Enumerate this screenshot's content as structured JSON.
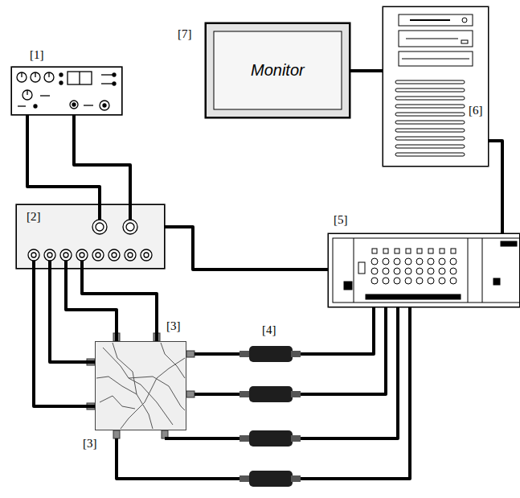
{
  "diagram": {
    "nodes": [
      {
        "text": [
          "[1]"
        ]
      },
      {
        "text": [
          "[2]"
        ]
      },
      {
        "text": [
          "[3]",
          "[3]"
        ]
      },
      {
        "text": [
          "[5]"
        ]
      },
      {
        "text": [
          "[6]"
        ]
      },
      {
        "text": [
          "[7]",
          "Monitor"
        ]
      }
    ],
    "edges": [
      {
        "from": 0,
        "to": 1,
        "arrow": "none"
      },
      {
        "from": 0,
        "to": 1,
        "arrow": "none"
      },
      {
        "from": 1,
        "to": 2,
        "arrow": "none"
      },
      {
        "from": 1,
        "to": 2,
        "arrow": "none"
      },
      {
        "from": 1,
        "to": 2,
        "arrow": "none"
      },
      {
        "from": 1,
        "to": 2,
        "arrow": "none"
      },
      {
        "from": 1,
        "to": 3,
        "arrow": "none"
      },
      {
        "from": 4,
        "to": 3,
        "arrow": "none"
      },
      {
        "from": 5,
        "to": 4,
        "arrow": "none"
      }
    ],
    "labels": [
      "[4]"
    ]
  }
}
